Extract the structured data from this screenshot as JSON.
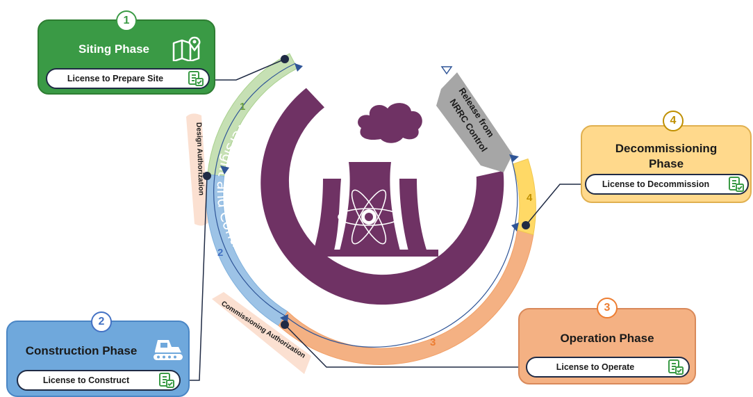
{
  "center": {
    "title": "NRRC Oversight and Control",
    "release_label": "Release from NRRC Control",
    "colors": {
      "purple": "#6f3264",
      "release_gray": "#a6a6a6"
    }
  },
  "ring_segments": [
    {
      "number": "1",
      "color": "#c6e0b4",
      "number_color": "#6a9e3f"
    },
    {
      "number": "2",
      "color": "#9dc3e6",
      "number_color": "#4472c4"
    },
    {
      "number": "3",
      "color": "#f4b183",
      "number_color": "#ed7d31"
    },
    {
      "number": "4",
      "color": "#ffd966",
      "number_color": "#bf8f00"
    }
  ],
  "authorizations": {
    "design": "Design Authorization",
    "commissioning": "Commissioning Authorization",
    "band_color": "#fbe0d1"
  },
  "phases": [
    {
      "id": "siting",
      "number": "1",
      "title": "Siting Phase",
      "license": "License to Prepare Site",
      "icon": "map-icon",
      "color": "#3a9a45",
      "border": "#2e7d32",
      "title_color": "#ffffff"
    },
    {
      "id": "construction",
      "number": "2",
      "title": "Construction Phase",
      "license": "License to Construct",
      "icon": "excavator-icon",
      "color": "#6fa8dc",
      "border": "#4a86c5",
      "title_color": "#1a1a1a"
    },
    {
      "id": "operation",
      "number": "3",
      "title": "Operation Phase",
      "license": "License to Operate",
      "icon": "license-icon",
      "color": "#f4b183",
      "border": "#d9895a",
      "title_color": "#1a1a1a"
    },
    {
      "id": "decommissioning",
      "number": "4",
      "title_line1": "Decommissioning",
      "title_line2": "Phase",
      "license": "License to Decommission",
      "icon": "license-icon",
      "color": "#ffd98c",
      "border": "#e0b050",
      "title_color": "#1a1a1a"
    }
  ]
}
